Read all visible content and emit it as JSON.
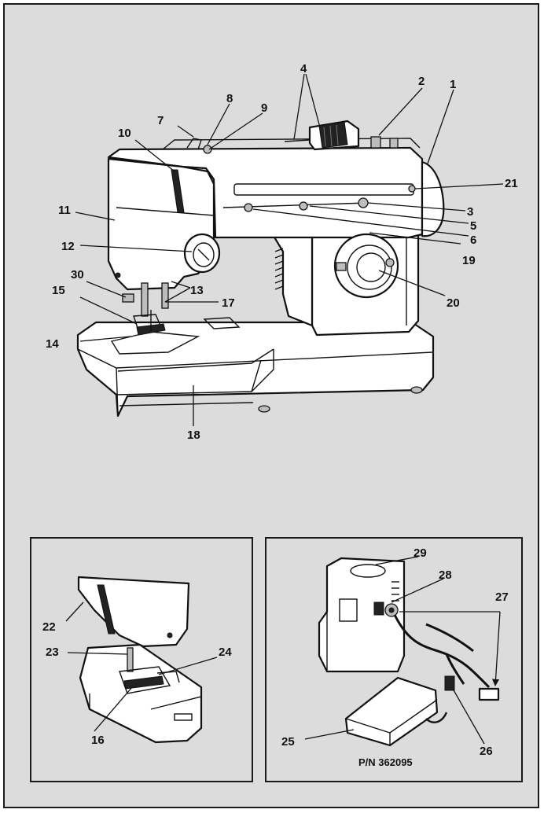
{
  "main_labels": {
    "n1": "1",
    "n2": "2",
    "n3": "3",
    "n4": "4",
    "n5": "5",
    "n6": "6",
    "n7": "7",
    "n8": "8",
    "n9": "9",
    "n10": "10",
    "n11": "11",
    "n12": "12",
    "n13": "13",
    "n14": "14",
    "n15": "15",
    "n17": "17",
    "n18": "18",
    "n19": "19",
    "n20": "20",
    "n21": "21",
    "n30": "30"
  },
  "inset_left_labels": {
    "n22": "22",
    "n23": "23",
    "n24": "24",
    "n16": "16"
  },
  "inset_right_labels": {
    "n25": "25",
    "n26": "26",
    "n27": "27",
    "n28": "28",
    "n29": "29",
    "part_number": "P/N 362095"
  }
}
